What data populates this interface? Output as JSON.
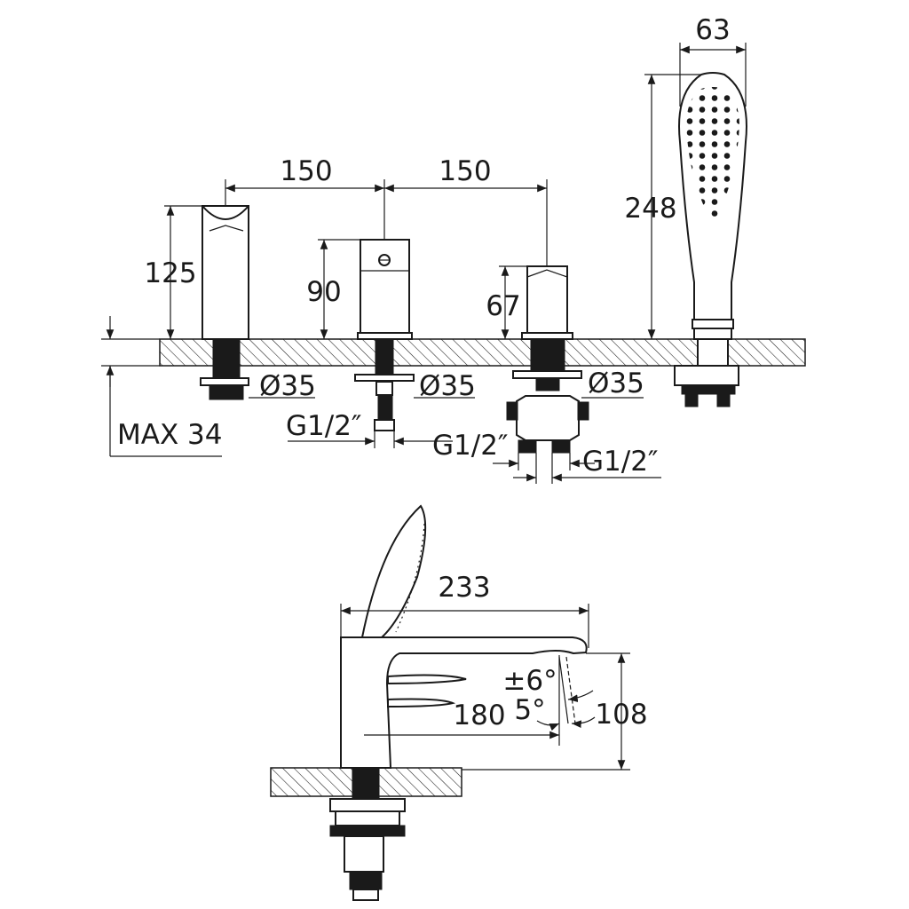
{
  "dimensions": {
    "spacing_left": "150",
    "spacing_right": "150",
    "spout_height": "125",
    "valve1_height": "90",
    "valve2_height": "67",
    "handshower_height": "248",
    "handshower_width": "63",
    "hole_dia_1": "Ø35",
    "hole_dia_2": "Ø35",
    "hole_dia_3": "Ø35",
    "thread_1": "G1/2″",
    "thread_2": "G1/2″",
    "thread_3": "G1/2″",
    "max_deck": "MAX 34",
    "spout_reach": "233",
    "outlet_reach": "180",
    "spout_clearance": "108",
    "angle_tilt": "±6°",
    "angle_outlet": "5°"
  }
}
